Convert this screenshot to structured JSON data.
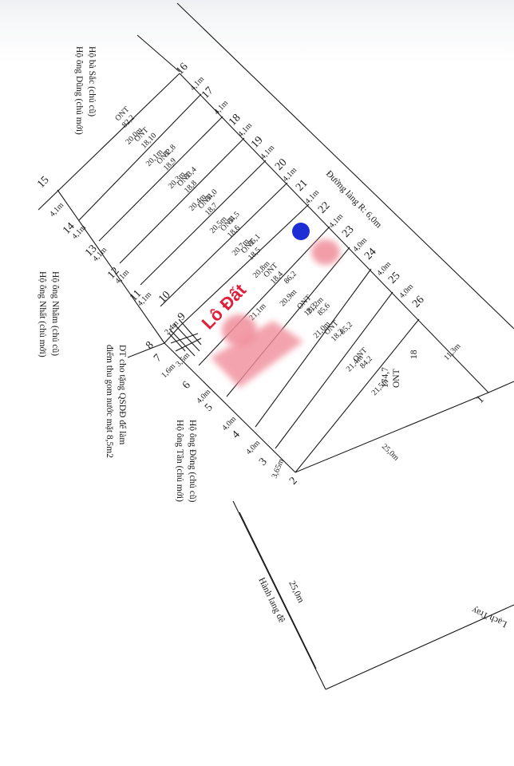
{
  "highlight_label": "Lô Đất",
  "colors": {
    "line": "#1a1a1a",
    "highlight": "#e0203a",
    "marker": "#1d2fd4",
    "blur": "#f08d9a"
  },
  "road_label": "Đường làng R: 6,0m",
  "corridor_label": "Hành lang đê",
  "corridor_width": "25,0m",
  "map_edge_text": "Lạch Tray",
  "owners": {
    "top_left_1": "Hộ bà Sắc (chủ cũ)",
    "top_left_2": "Hộ ông Dũng (chủ mới)",
    "left_1": "Hộ ông Nhâm (chủ cũ)",
    "left_2": "Hộ ông Nhất (chủ mới)",
    "bottom_1": "Hộ ông Đông (chủ cũ)",
    "bottom_2": "Hộ ông Tân (chủ mới)"
  },
  "note_1": "DT cho tặng QSDĐ để làm",
  "note_2": "điểm thu gom nước mặt 8,5m2",
  "points": [
    "1",
    "2",
    "3",
    "4",
    "5",
    "6",
    "7",
    "8",
    "9",
    "10",
    "11",
    "12",
    "13",
    "14",
    "15",
    "16",
    "17",
    "18",
    "19",
    "20",
    "21",
    "22",
    "23",
    "24",
    "25",
    "26"
  ],
  "front_dims": [
    "4,1m",
    "4,1m",
    "4,1m",
    "4,1m",
    "4,1m",
    "4,1m",
    "4,1m",
    "4,0m",
    "4,0m",
    "4,0m"
  ],
  "back_dims": [
    "4,1m",
    "4,1m",
    "4,1m",
    "4,1m",
    "4,1m"
  ],
  "bottom_dims": [
    "4,0m",
    "4,0m",
    "4,0m"
  ],
  "misc_dims": {
    "d_8_9": "2,4m",
    "d_small": "3,5m",
    "d_1_7": "1,6m",
    "d_3_2": "3,65m",
    "d_26_1": "11,3m",
    "d_2_1": "25,0m"
  },
  "lots": [
    {
      "code": "ONT",
      "num": "82,2",
      "area": "82,2",
      "len": "20,0m"
    },
    {
      "code": "ONT",
      "num": "18,10",
      "area": "82,8",
      "len": "20,1m"
    },
    {
      "code": "ONT",
      "num": "18,9",
      "area": "83,4",
      "len": "20,3m"
    },
    {
      "code": "ONT",
      "num": "18,8",
      "area": "84,0",
      "len": "20,4m"
    },
    {
      "code": "ONT",
      "num": "18,7",
      "area": "84,5",
      "len": "20,5m"
    },
    {
      "code": "ONT",
      "num": "18,6",
      "area": "85,1",
      "len": "20,7m"
    },
    {
      "code": "ONT",
      "num": "18,5",
      "area": "85,6",
      "len": "20,8m"
    },
    {
      "code": "ONT",
      "num": "18,4",
      "area": "86,2",
      "len": "20,9m"
    },
    {
      "code": "ONT",
      "num": "18,3",
      "area": "85,2",
      "len": "21,0m"
    },
    {
      "code": "ONT",
      "num": "18,2",
      "area": "84,2",
      "len": "21,1m"
    }
  ],
  "lot_18": {
    "code": "ONT",
    "num": "18",
    "area": "174,7"
  },
  "lot_extra_dims": [
    "21,2m",
    "21,4m",
    "21,5m"
  ]
}
